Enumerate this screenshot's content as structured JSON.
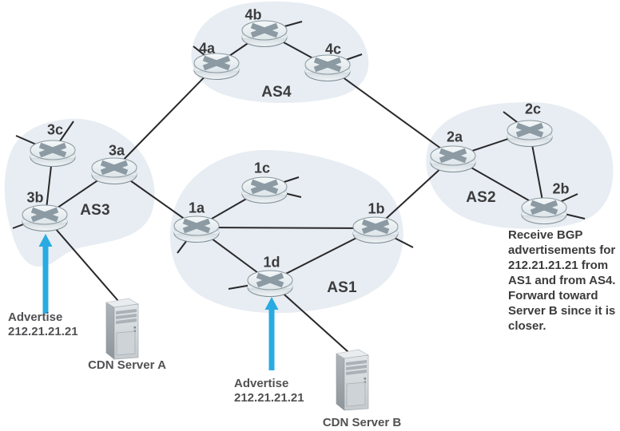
{
  "title": "BGP CDN advertisement network diagram",
  "colors": {
    "cloud": "#e7edf2",
    "line": "#29282a",
    "arrow": "#29abe2",
    "label": "#3b3b3d",
    "note": "#515154"
  },
  "as_labels": {
    "as1": "AS1",
    "as2": "AS2",
    "as3": "AS3",
    "as4": "AS4"
  },
  "routers": {
    "r1a": "1a",
    "r1b": "1b",
    "r1c": "1c",
    "r1d": "1d",
    "r2a": "2a",
    "r2b": "2b",
    "r2c": "2c",
    "r3a": "3a",
    "r3b": "3b",
    "r3c": "3c",
    "r4a": "4a",
    "r4b": "4b",
    "r4c": "4c"
  },
  "servers": {
    "a_label": "CDN Server A",
    "b_label": "CDN Server B"
  },
  "annotations": {
    "advertise_a": "Advertise\n212.21.21.21",
    "advertise_b": "Advertise\n212.21.21.21",
    "receive_note": "Receive BGP\nadvertisements for\n212.21.21.21 from\nAS1 and from AS4.\nForward toward\nServer B since it is\ncloser."
  }
}
